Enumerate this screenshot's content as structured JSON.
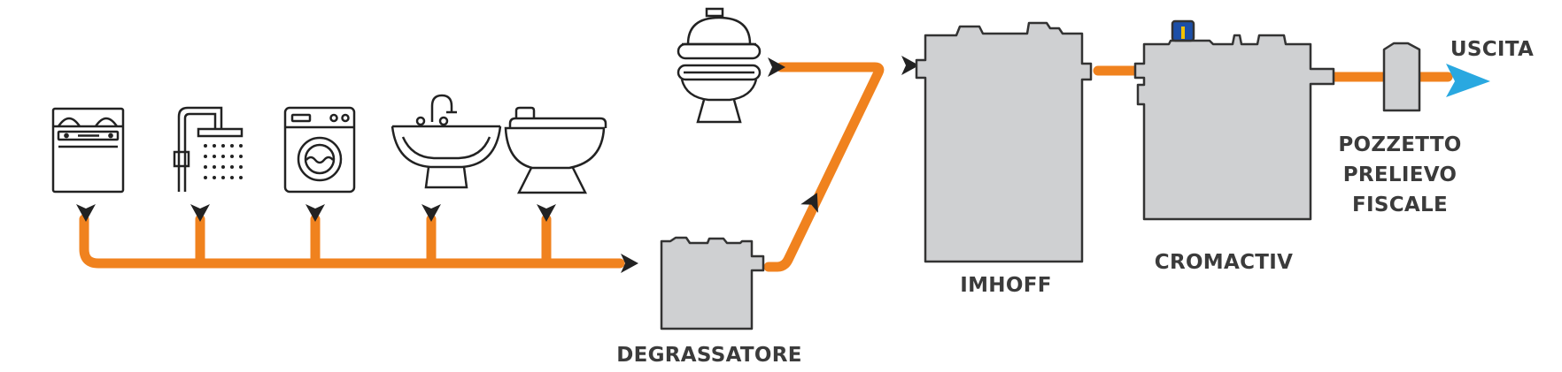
{
  "labels": {
    "degrassatore": "DEGRASSATORE",
    "imhoff": "IMHOFF",
    "cromactiv": "CROMACTIV",
    "pozzetto_line1": "POZZETTO",
    "pozzetto_line2": "PRELIEVO",
    "pozzetto_line3": "FISCALE",
    "uscita": "USCITA"
  },
  "colors": {
    "pipe": "#f0821e",
    "tank_fill": "#cfd0d2",
    "outline": "#333333",
    "outlet_arrow": "#29a8e0",
    "tank_cap": "#1c4fa8",
    "cap_indicator": "#f2c200"
  },
  "icons": [
    "dishwasher-icon",
    "shower-icon",
    "washing-machine-icon",
    "sink-icon",
    "bidet-icon",
    "toilet-icon"
  ]
}
